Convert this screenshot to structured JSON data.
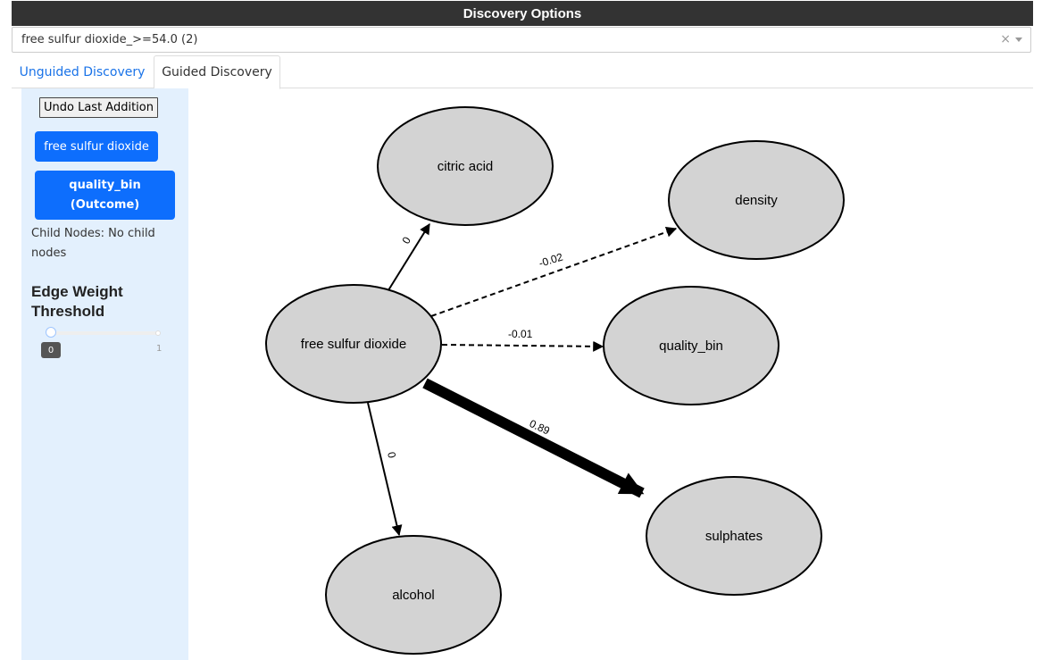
{
  "header": {
    "title": "Discovery Options"
  },
  "selector": {
    "value": "free sulfur dioxide_>=54.0 (2)",
    "clear_glyph": "×"
  },
  "tabs": [
    {
      "label": "Unguided Discovery",
      "active": false
    },
    {
      "label": "Guided Discovery",
      "active": true
    }
  ],
  "sidebar": {
    "undo_label": "Undo Last Addition",
    "path_nodes": [
      {
        "label": "free sulfur dioxide"
      },
      {
        "label": "quality_bin",
        "sub": "(Outcome)"
      }
    ],
    "child_nodes_text": "Child Nodes: No child nodes",
    "threshold_title": "Edge Weight Threshold",
    "slider": {
      "min_label": "0",
      "max_label": "1",
      "value": 0
    }
  },
  "graph": {
    "nodes": [
      {
        "id": "fsd",
        "label": "free sulfur dioxide"
      },
      {
        "id": "citric",
        "label": "citric acid"
      },
      {
        "id": "density",
        "label": "density"
      },
      {
        "id": "quality",
        "label": "quality_bin"
      },
      {
        "id": "sulphates",
        "label": "sulphates"
      },
      {
        "id": "alcohol",
        "label": "alcohol"
      }
    ],
    "edges": [
      {
        "from": "fsd",
        "to": "citric",
        "weight": "0",
        "style": "solid"
      },
      {
        "from": "fsd",
        "to": "density",
        "weight": "-0.02",
        "style": "dashed"
      },
      {
        "from": "fsd",
        "to": "quality",
        "weight": "-0.01",
        "style": "dashed"
      },
      {
        "from": "fsd",
        "to": "sulphates",
        "weight": "0.89",
        "style": "solid"
      },
      {
        "from": "fsd",
        "to": "alcohol",
        "weight": "0",
        "style": "solid"
      }
    ],
    "colors": {
      "node_fill": "#d3d3d3",
      "stroke": "#000000"
    }
  },
  "colors": {
    "accent": "#0d6efd",
    "sidebar_bg": "#e3f0fd",
    "header_bg": "#333333"
  }
}
